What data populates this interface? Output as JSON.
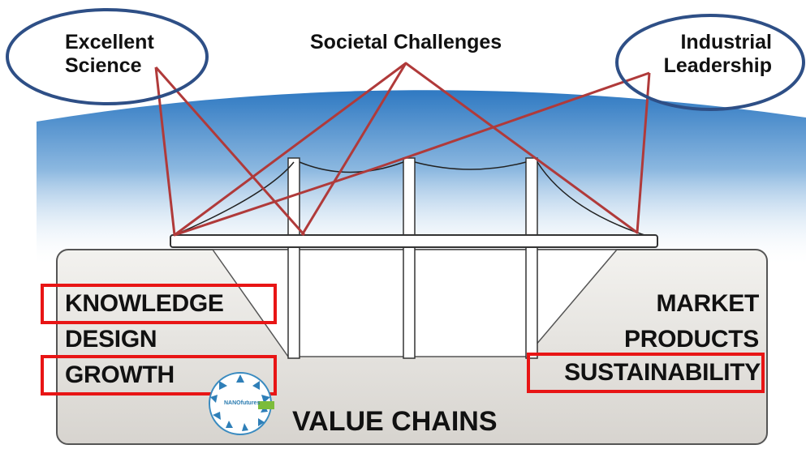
{
  "pillars": {
    "left": "Excellent\nScience",
    "center": "Societal Challenges",
    "right": "Industrial\nLeadership"
  },
  "left_terms": [
    "KNOWLEDGE",
    "DESIGN",
    "GROWTH"
  ],
  "right_terms": [
    "MARKET",
    "PRODUCTS",
    "SUSTAINABILITY"
  ],
  "base_title": "VALUE CHAINS",
  "logo_text": "NANOfutures",
  "colors": {
    "ellipse_stroke": "#2e4f86",
    "connector_lines": "#b03a3a",
    "highlight_box": "#e81515",
    "sky_top": "#2f79c2",
    "base_fill": "#e8e6e2"
  }
}
